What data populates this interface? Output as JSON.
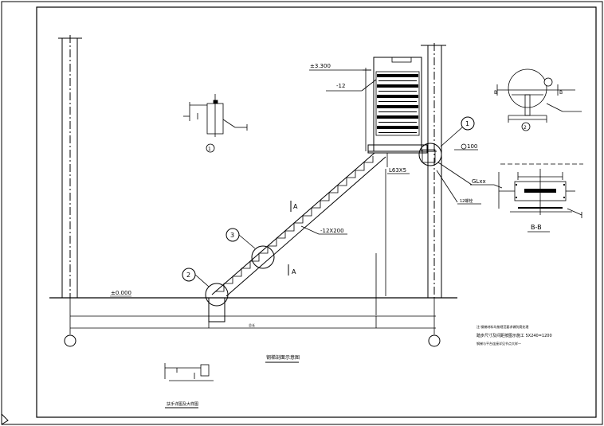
{
  "drawing": {
    "elevations": {
      "top": "±3.300",
      "ground": "±0.000"
    },
    "labels": {
      "plate": "-12",
      "slope_plate": "-12X200",
      "angle": "L63X5",
      "beam": "GLxx",
      "bolt_note": "12螺栓",
      "dim_100": "100"
    },
    "section_marks": {
      "a_top": "A",
      "a_bottom": "A",
      "bb_left": "B",
      "bb_right": "B",
      "bb_title": "B-B"
    },
    "detail_markers": {
      "m1_top": "1",
      "m2": "2",
      "m3": "3",
      "m1_detail": "1",
      "m2_detail": "2"
    },
    "titles": {
      "main": "钢梯剖面示意图",
      "detail": "扶手详图及大样图"
    },
    "notes": {
      "line1": "注:钢梯材料均按规范要求做防腐处理",
      "line2": "踏步尺寸及间距按图示施工 5X240=1200",
      "line3": "钢梯与平台连接详见节点大样一"
    },
    "dim_bottom": "总长"
  }
}
